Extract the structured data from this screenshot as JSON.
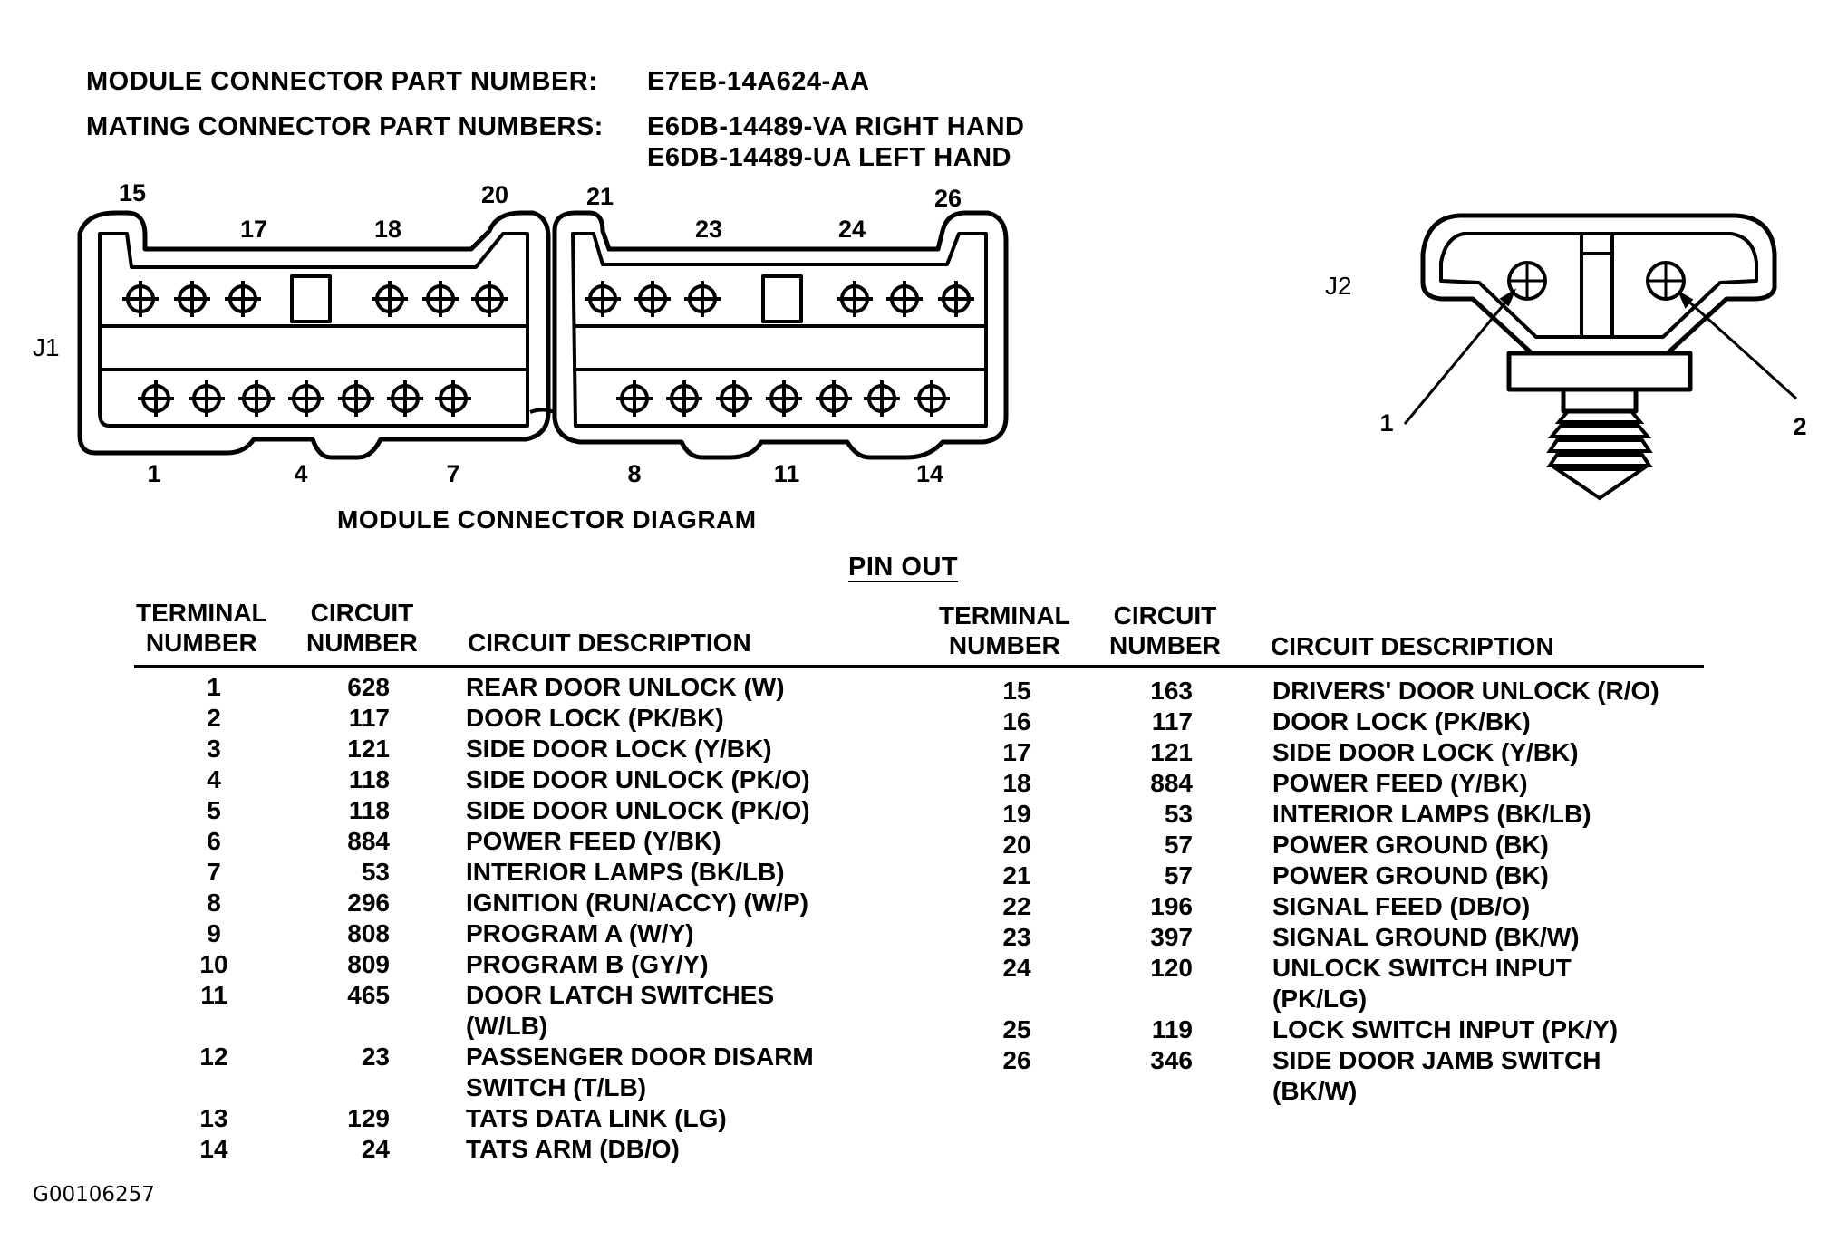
{
  "header": {
    "module_label": "MODULE CONNECTOR PART NUMBER:",
    "module_value": "E7EB-14A624-AA",
    "mating_label": "MATING CONNECTOR PART NUMBERS:",
    "mating_right": "E6DB-14489-VA RIGHT HAND",
    "mating_left": "E6DB-14489-UA LEFT HAND"
  },
  "diagram": {
    "j1_label": "J1",
    "j2_label": "J2",
    "caption": "MODULE CONNECTOR DIAGRAM",
    "j1_pin_labels": [
      "15",
      "17",
      "18",
      "20",
      "21",
      "23",
      "24",
      "26",
      "1",
      "4",
      "7",
      "8",
      "11",
      "14"
    ],
    "j2_pin_labels": [
      "1",
      "2"
    ]
  },
  "pinout": {
    "title": "PIN OUT",
    "col_terminal": "TERMINAL\nNUMBER",
    "col_circuit": "CIRCUIT\nNUMBER",
    "col_description": "CIRCUIT DESCRIPTION",
    "left_rows": [
      {
        "terminal": "1",
        "circuit": "628",
        "description": "REAR DOOR UNLOCK (W)"
      },
      {
        "terminal": "2",
        "circuit": "117",
        "description": "DOOR LOCK (PK/BK)"
      },
      {
        "terminal": "3",
        "circuit": "121",
        "description": "SIDE DOOR LOCK (Y/BK)"
      },
      {
        "terminal": "4",
        "circuit": "118",
        "description": "SIDE DOOR UNLOCK (PK/O)"
      },
      {
        "terminal": "5",
        "circuit": "118",
        "description": "SIDE DOOR UNLOCK (PK/O)"
      },
      {
        "terminal": "6",
        "circuit": "884",
        "description": "POWER FEED (Y/BK)"
      },
      {
        "terminal": "7",
        "circuit": "53",
        "description": "INTERIOR LAMPS (BK/LB)"
      },
      {
        "terminal": "8",
        "circuit": "296",
        "description": "IGNITION (RUN/ACCY) (W/P)"
      },
      {
        "terminal": "9",
        "circuit": "808",
        "description": "PROGRAM A (W/Y)"
      },
      {
        "terminal": "10",
        "circuit": "809",
        "description": "PROGRAM B (GY/Y)"
      },
      {
        "terminal": "11",
        "circuit": "465",
        "description": "DOOR LATCH SWITCHES\n(W/LB)"
      },
      {
        "terminal": "12",
        "circuit": "23",
        "description": "PASSENGER DOOR DISARM\nSWITCH (T/LB)"
      },
      {
        "terminal": "13",
        "circuit": "129",
        "description": "TATS DATA LINK (LG)"
      },
      {
        "terminal": "14",
        "circuit": "24",
        "description": "TATS ARM (DB/O)"
      }
    ],
    "right_rows": [
      {
        "terminal": "15",
        "circuit": "163",
        "description": "DRIVERS' DOOR UNLOCK (R/O)"
      },
      {
        "terminal": "16",
        "circuit": "117",
        "description": "DOOR LOCK (PK/BK)"
      },
      {
        "terminal": "17",
        "circuit": "121",
        "description": "SIDE DOOR LOCK (Y/BK)"
      },
      {
        "terminal": "18",
        "circuit": "884",
        "description": "POWER FEED (Y/BK)"
      },
      {
        "terminal": "19",
        "circuit": "53",
        "description": "INTERIOR LAMPS (BK/LB)"
      },
      {
        "terminal": "20",
        "circuit": "57",
        "description": "POWER GROUND (BK)"
      },
      {
        "terminal": "21",
        "circuit": "57",
        "description": "POWER GROUND (BK)"
      },
      {
        "terminal": "22",
        "circuit": "196",
        "description": "SIGNAL FEED (DB/O)"
      },
      {
        "terminal": "23",
        "circuit": "397",
        "description": "SIGNAL GROUND (BK/W)"
      },
      {
        "terminal": "24",
        "circuit": "120",
        "description": "UNLOCK SWITCH INPUT\n(PK/LG)"
      },
      {
        "terminal": "25",
        "circuit": "119",
        "description": "LOCK SWITCH INPUT (PK/Y)"
      },
      {
        "terminal": "26",
        "circuit": "346",
        "description": "SIDE DOOR JAMB SWITCH\n(BK/W)"
      }
    ]
  },
  "footer": {
    "figure_id": "G00106257"
  }
}
